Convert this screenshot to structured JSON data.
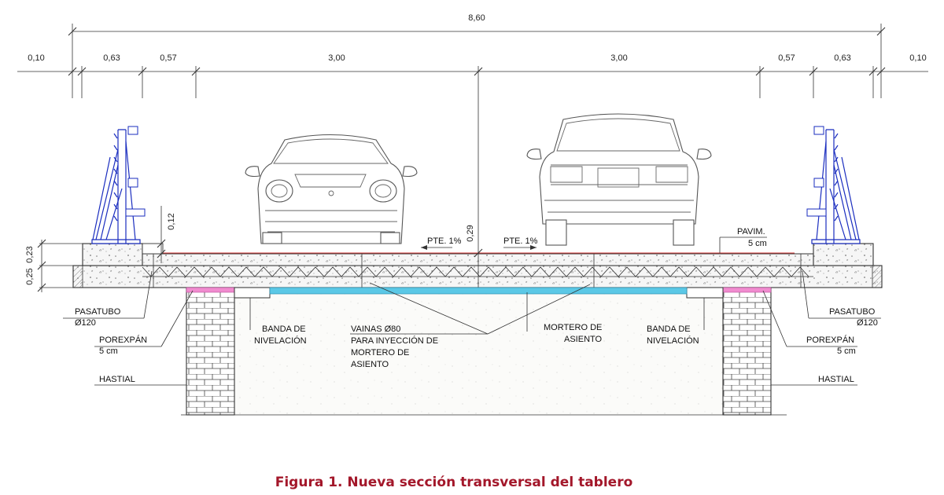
{
  "dimensions": {
    "total": "8,60",
    "top_row": [
      "0,10",
      "0,63",
      "0,57",
      "3,00",
      "3,00",
      "0,57",
      "0,63",
      "0,10"
    ],
    "curb_height": "0,12",
    "slab_left_upper": "0,23",
    "slab_left_lower": "0,25",
    "slab_center": "0,29"
  },
  "slopes": {
    "left": "PTE. 1%",
    "right": "PTE. 1%"
  },
  "labels": {
    "pavim_title": "PAVIM.",
    "pavim_thickness": "5 cm",
    "pasatubo_left_1": "PASATUBO",
    "pasatubo_left_2": "Ø120",
    "pasatubo_right_1": "PASATUBO",
    "pasatubo_right_2": "Ø120",
    "porexpan_left_1": "POREXPÁN",
    "porexpan_left_2": "5 cm",
    "porexpan_right_1": "POREXPÁN",
    "porexpan_right_2": "5 cm",
    "hastial_left": "HASTIAL",
    "hastial_right": "HASTIAL",
    "banda_left_1": "BANDA DE",
    "banda_left_2": "NIVELACIÓN",
    "banda_right_1": "BANDA DE",
    "banda_right_2": "NIVELACIÓN",
    "vainas_1": "VAINAS Ø80",
    "vainas_2": "PARA INYECCIÓN DE",
    "vainas_3": "MORTERO DE",
    "vainas_4": "ASIENTO",
    "mortero_1": "MORTERO DE",
    "mortero_2": "ASIENTO"
  },
  "caption": "Figura 1. Nueva sección transversal del tablero",
  "colors": {
    "caption": "#a3172a",
    "railing": "#1a2dbf",
    "grout_band": "#5bc8e6",
    "porexpan": "#f08ccf",
    "pavement_line": "#d93b3b"
  }
}
